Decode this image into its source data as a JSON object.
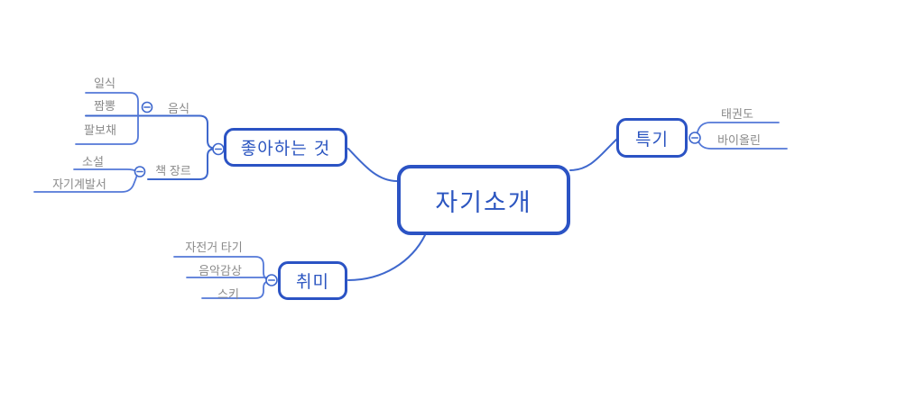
{
  "colors": {
    "node_border": "#2b53c4",
    "node_text": "#2b55c0",
    "line": "#3f68cd",
    "leaf_line": "#5378d8",
    "leaf_text": "#8a8a8a",
    "background": "#ffffff"
  },
  "mindmap": {
    "toggle_icon": "minus",
    "root": {
      "label": "자기소개"
    },
    "branches": [
      {
        "label": "좋아하는 것",
        "children": [
          {
            "label": "음식",
            "children": [
              {
                "label": "일식"
              },
              {
                "label": "짬뽕"
              },
              {
                "label": "팔보채"
              }
            ]
          },
          {
            "label": "책 장르",
            "children": [
              {
                "label": "소설"
              },
              {
                "label": "자기계발서"
              }
            ]
          }
        ]
      },
      {
        "label": "특기",
        "children": [
          {
            "label": "태권도"
          },
          {
            "label": "바이올린"
          }
        ]
      },
      {
        "label": "취미",
        "children": [
          {
            "label": "자전거 타기"
          },
          {
            "label": "음악감상"
          },
          {
            "label": "스키"
          }
        ]
      }
    ]
  }
}
